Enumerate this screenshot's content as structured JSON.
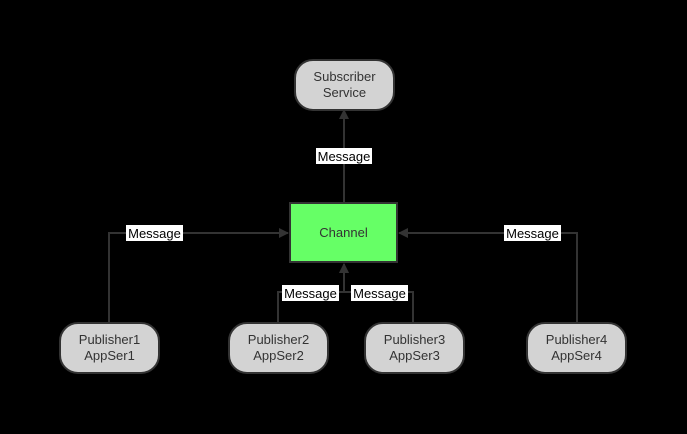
{
  "diagram": {
    "nodes": [
      {
        "id": "subscriber",
        "lines": [
          "Subscriber",
          "Service"
        ]
      },
      {
        "id": "channel",
        "lines": [
          "Channel"
        ]
      },
      {
        "id": "pub1",
        "lines": [
          "Publisher1",
          "AppSer1"
        ]
      },
      {
        "id": "pub2",
        "lines": [
          "Publisher2",
          "AppSer2"
        ]
      },
      {
        "id": "pub3",
        "lines": [
          "Publisher3",
          "AppSer3"
        ]
      },
      {
        "id": "pub4",
        "lines": [
          "Publisher4",
          "AppSer4"
        ]
      }
    ],
    "edges": [
      {
        "id": "channel-to-subscriber",
        "from": "channel",
        "to": "subscriber",
        "label": "Message"
      },
      {
        "id": "pub1-to-channel",
        "from": "pub1",
        "to": "channel",
        "label": "Message"
      },
      {
        "id": "pub2-to-channel",
        "from": "pub2",
        "to": "channel",
        "label": "Message"
      },
      {
        "id": "pub3-to-channel",
        "from": "pub3",
        "to": "channel",
        "label": "Message"
      },
      {
        "id": "pub4-to-channel",
        "from": "pub4",
        "to": "channel",
        "label": "Message"
      }
    ],
    "colors": {
      "background": "#000000",
      "node_fill": "#d3d3d3",
      "node_stroke": "#333333",
      "channel_fill": "#66ff66",
      "edge": "#333333",
      "label_bg": "#ffffff"
    }
  }
}
